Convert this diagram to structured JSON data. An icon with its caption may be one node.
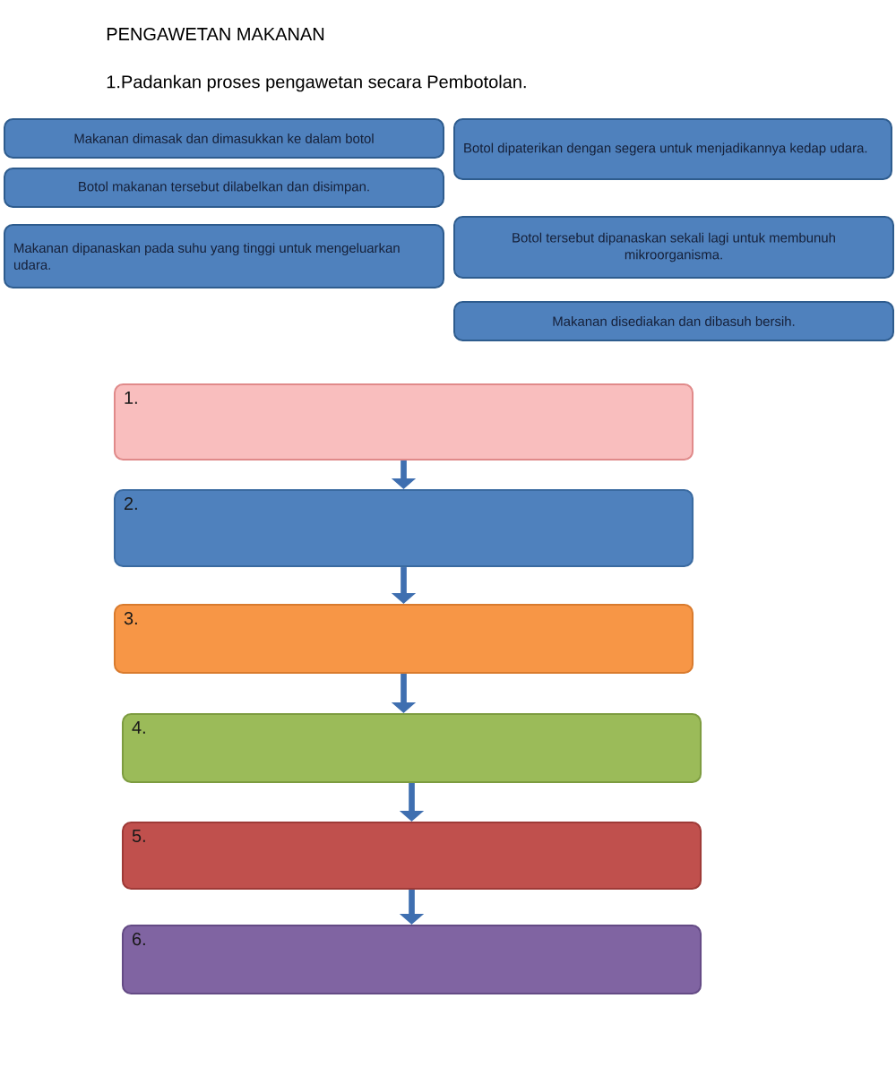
{
  "diagram": {
    "title": "PENGAWETAN MAKANAN",
    "nodes": [
      {
        "text": [
          "Makanan dimasak dan dimasukkan ke dalam botol"
        ]
      },
      {
        "text": [
          "Botol dipaterikan dengan segera untuk menjadikannya kedap udara."
        ]
      },
      {
        "text": [
          "Botol makanan tersebut dilabelkan dan disimpan."
        ]
      },
      {
        "text": [
          "Makanan dipanaskan pada suhu yang tinggi untuk mengeluarkan udara."
        ]
      },
      {
        "text": [
          "Botol tersebut dipanaskan sekali lagi untuk membunuh mikroorganisma."
        ]
      },
      {
        "text": [
          "Makanan disediakan dan dibasuh bersih."
        ]
      },
      {
        "text": [
          "1."
        ]
      },
      {
        "text": [
          "2."
        ]
      },
      {
        "text": [
          "3."
        ]
      },
      {
        "text": [
          "4."
        ]
      },
      {
        "text": [
          "5."
        ]
      },
      {
        "text": [
          "6."
        ]
      }
    ],
    "edges": [
      {
        "from": 6,
        "to": 7,
        "arrow": "to"
      },
      {
        "from": 7,
        "to": 8,
        "arrow": "to"
      },
      {
        "from": 8,
        "to": 9,
        "arrow": "to"
      },
      {
        "from": 9,
        "to": 10,
        "arrow": "to"
      },
      {
        "from": 10,
        "to": 11,
        "arrow": "to"
      }
    ],
    "labels": [
      "1.Padankan proses pengawetan secara Pembotolan."
    ]
  }
}
